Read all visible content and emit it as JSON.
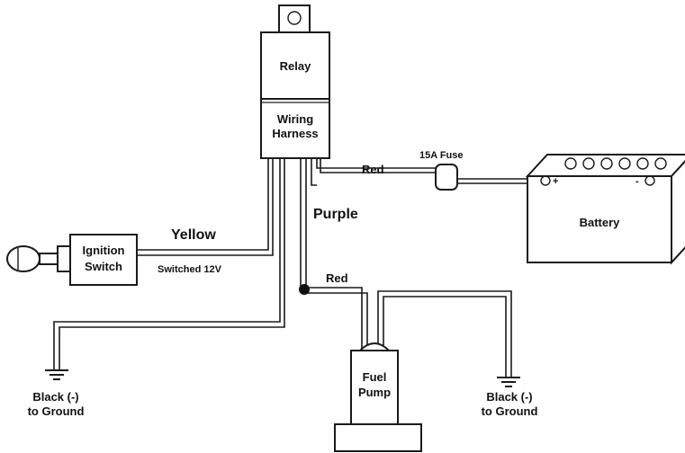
{
  "components": {
    "relay": "Relay",
    "harness_line1": "Wiring",
    "harness_line2": "Harness",
    "ignition_line1": "Ignition",
    "ignition_line2": "Switch",
    "fuse": "15A Fuse",
    "battery": "Battery",
    "battery_pos": "+",
    "battery_neg": "- ",
    "pump_line1": "Fuel",
    "pump_line2": "Pump"
  },
  "wires": {
    "red_battery": "Red",
    "purple": "Purple",
    "yellow": "Yellow",
    "switched": "Switched 12V",
    "red_pump": "Red"
  },
  "grounds": {
    "left_line1": "Black (-)",
    "left_line2": "to Ground",
    "right_line1": "Black (-)",
    "right_line2": "to Ground"
  }
}
